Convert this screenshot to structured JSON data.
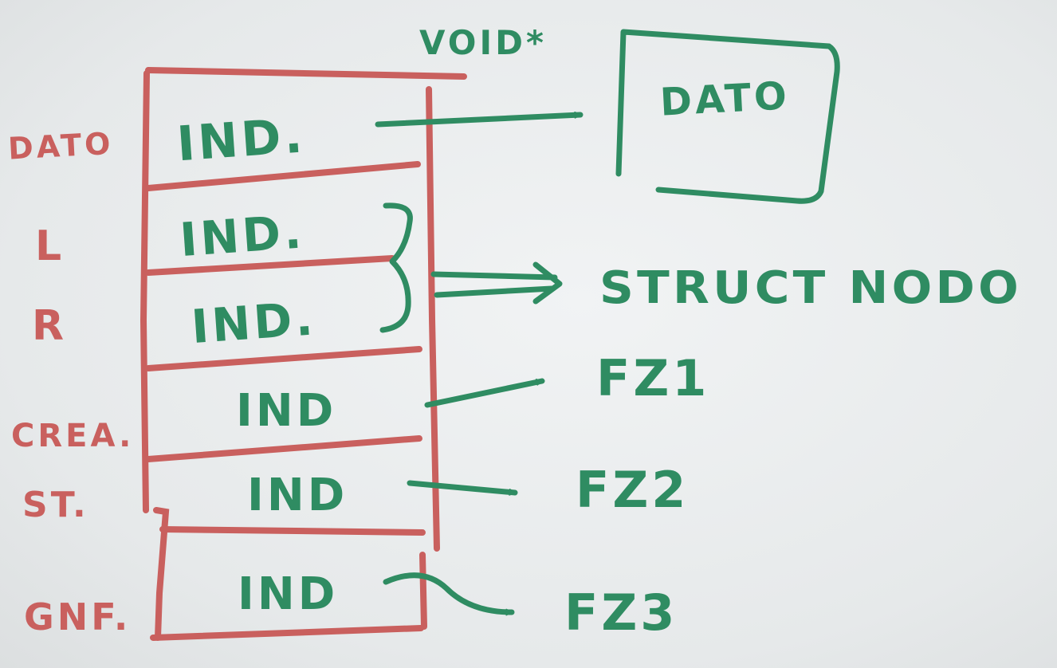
{
  "colors": {
    "red_marker": "#c9605e",
    "green_marker": "#2f8c62",
    "board": "#eceeef"
  },
  "header": {
    "pointer_label": "VOID*"
  },
  "row_labels": [
    "DATO",
    "L",
    "R",
    "CREA.",
    "ST.",
    "GNF."
  ],
  "cells": [
    "IND.",
    "IND.",
    "IND.",
    "IND",
    "IND",
    "IND"
  ],
  "data_box": {
    "label": "DATO"
  },
  "targets": {
    "struct": "STRUCT NODO",
    "f1": "FZ1",
    "f2": "FZ2",
    "f3": "FZ3"
  }
}
